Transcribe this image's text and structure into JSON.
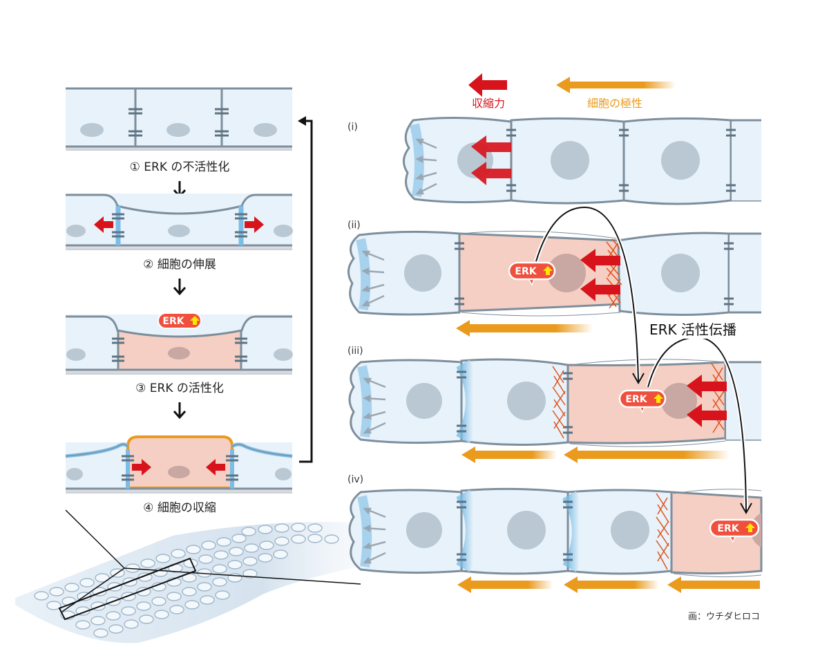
{
  "legend": {
    "contraction_label": "収縮力",
    "polarity_label": "細胞の極性",
    "contraction_color": "#d7141c",
    "polarity_color": "#ea9a1c"
  },
  "steps": [
    {
      "label": "① ERK の不活性化"
    },
    {
      "label": "② 細胞の伸展"
    },
    {
      "label": "③ ERK の活性化"
    },
    {
      "label": "④ 細胞の収縮"
    }
  ],
  "badge": {
    "text": "ERK"
  },
  "rows": [
    {
      "label": "(i)"
    },
    {
      "label": "(ii)"
    },
    {
      "label": "(iii)"
    },
    {
      "label": "(iv)"
    }
  ],
  "propagation_label": "ERK 活性伝播",
  "credit": "画：ウチダヒロコ",
  "colors": {
    "cell_fill": "#e8f2fa",
    "cell_stroke": "#7d8e9c",
    "active_fill": "#f5cfc3",
    "nucleus": "#b9c8d3"
  }
}
